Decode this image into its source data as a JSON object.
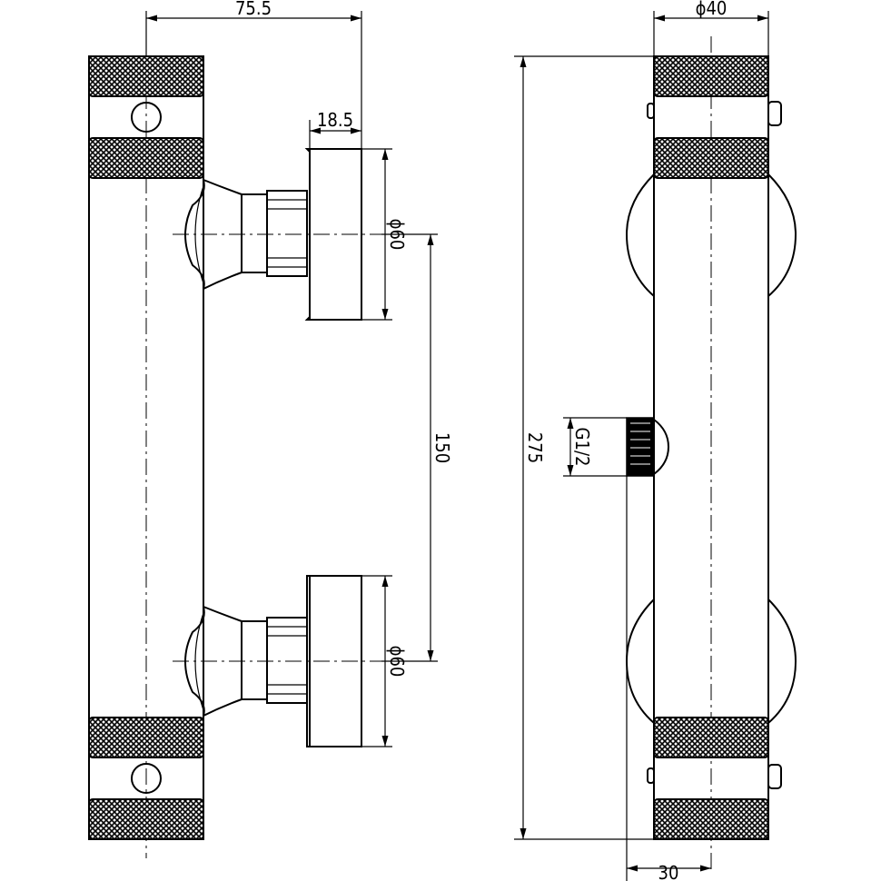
{
  "colors": {
    "line": "#000000",
    "background": "#ffffff"
  },
  "dimensions": {
    "width_75_5": "75.5",
    "offset_18_5": "18.5",
    "flange_dia_top": "ϕ60",
    "flange_dia_bottom": "ϕ60",
    "inlet_spacing": "150",
    "diameter_40": "ϕ40",
    "height_275": "275",
    "outlet_thread": "G1/2",
    "outlet_offset_30": "30"
  }
}
